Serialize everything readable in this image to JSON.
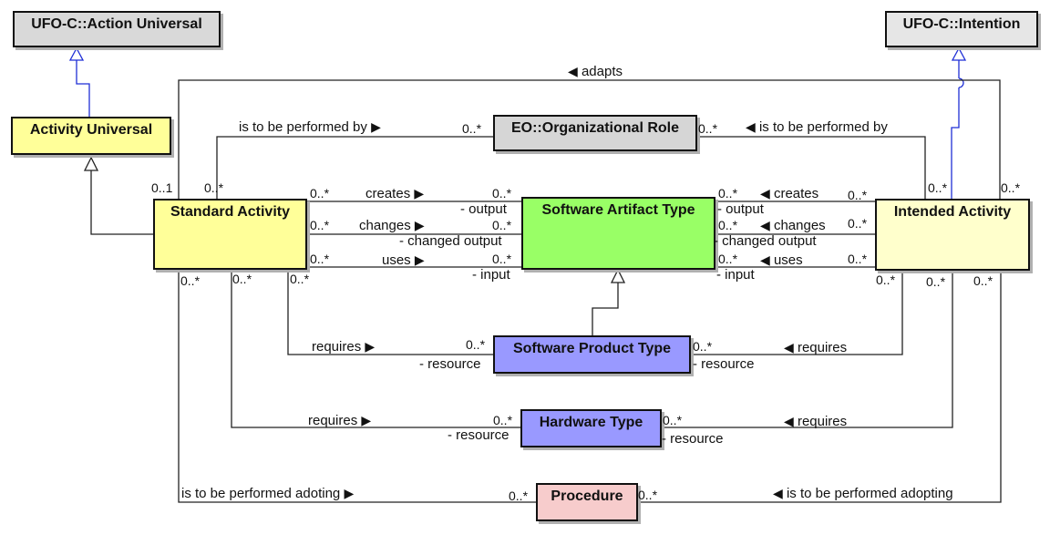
{
  "classes": {
    "action_universal": {
      "name": "UFO-C::Action Universal",
      "color": "#d9d9d9"
    },
    "intention": {
      "name": "UFO-C::Intention",
      "color": "#e6e6e6"
    },
    "activity_universal": {
      "name": "Activity Universal",
      "color": "#ffff99"
    },
    "org_role": {
      "name": "EO::Organizational Role",
      "color": "#d6d6d6"
    },
    "standard_activity": {
      "name": "Standard Activity",
      "color": "#ffff99"
    },
    "software_artifact_type": {
      "name": "Software Artifact Type",
      "color": "#99ff66"
    },
    "intended_activity": {
      "name": "Intended Activity",
      "color": "#ffffcc"
    },
    "software_product_type": {
      "name": "Software Product Type",
      "color": "#9999ff"
    },
    "hardware_type": {
      "name": "Hardware Type",
      "color": "#9999ff"
    },
    "procedure": {
      "name": "Procedure",
      "color": "#f7cccc"
    }
  },
  "associations": {
    "adapts": "adapts",
    "performed_by_left": "is to be performed by",
    "performed_by_right": "is to be performed by",
    "creates_left": "creates",
    "creates_right": "creates",
    "changes_left": "changes",
    "changes_right": "changes",
    "uses_left": "uses",
    "uses_right": "uses",
    "requires_spt_left": "requires",
    "requires_spt_right": "requires",
    "requires_hw_left": "requires",
    "requires_hw_right": "requires",
    "adopting_left": "is to be performed adoting",
    "adopting_right": "is to be performed adopting"
  },
  "roles": {
    "output_left": "- output",
    "output_right": "- output",
    "changed_output_left": "- changed output",
    "changed_output_right": "- changed output",
    "input_left": "- input",
    "input_right": "- input",
    "resource_spt_left": "- resource",
    "resource_spt_right": "- resource",
    "resource_hw_left": "- resource",
    "resource_hw_right": "- resource"
  },
  "multiplicities": {
    "zero_one": "0..1",
    "many": "0..*"
  },
  "arrows": {
    "right": "▶",
    "left": "◀"
  },
  "colors": {
    "generalization_blue": "#1f2fd6",
    "line": "#222222"
  }
}
